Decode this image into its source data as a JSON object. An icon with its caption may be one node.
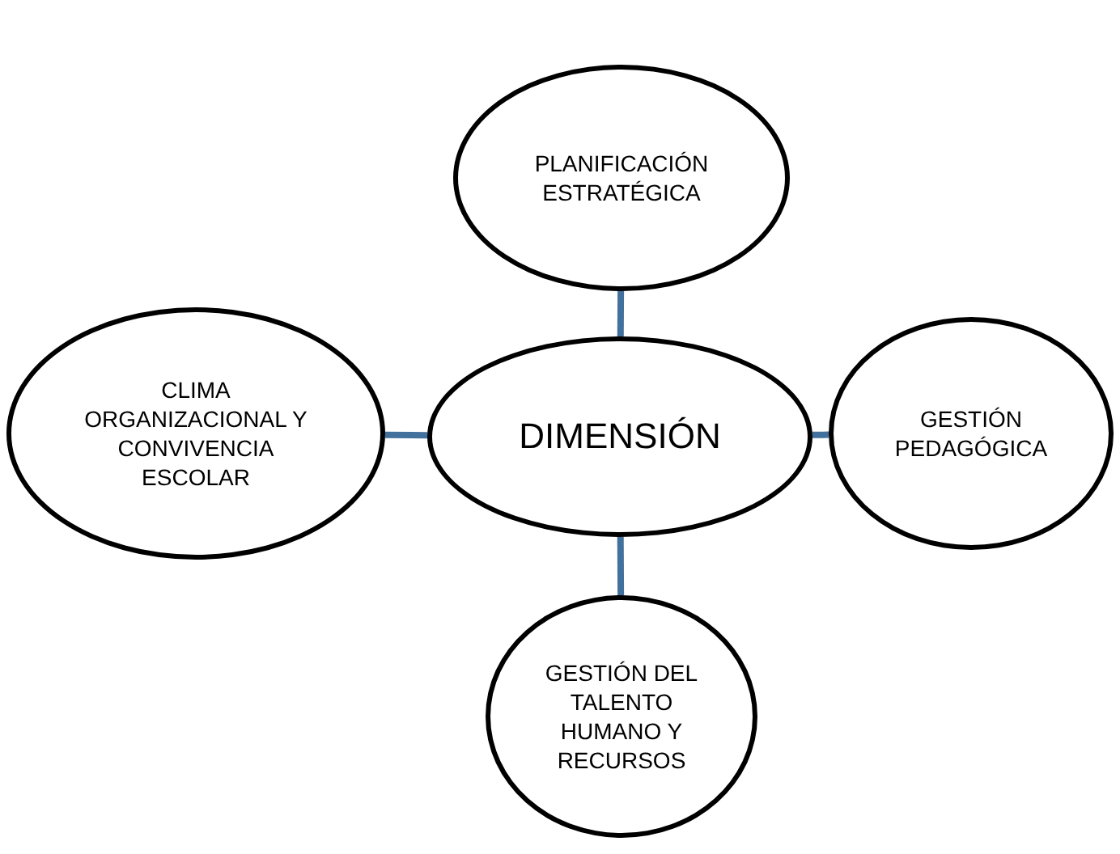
{
  "diagram": {
    "nodes": [
      {
        "text": [
          "DIMENSIÓN"
        ]
      },
      {
        "text": [
          "PLANIFICACIÓN ESTRATÉGICA"
        ]
      },
      {
        "text": [
          "CLIMA ORGANIZACIONAL Y CONVIVENCIA ESCOLAR"
        ]
      },
      {
        "text": [
          "GESTIÓN PEDAGÓGICA"
        ]
      },
      {
        "text": [
          "GESTIÓN DEL TALENTO HUMANO Y RECURSOS"
        ]
      }
    ],
    "edges": [
      {
        "from": 0,
        "to": 1,
        "arrow": "none"
      },
      {
        "from": 0,
        "to": 2,
        "arrow": "none"
      },
      {
        "from": 0,
        "to": 3,
        "arrow": "none"
      },
      {
        "from": 0,
        "to": 4,
        "arrow": "none"
      }
    ]
  }
}
